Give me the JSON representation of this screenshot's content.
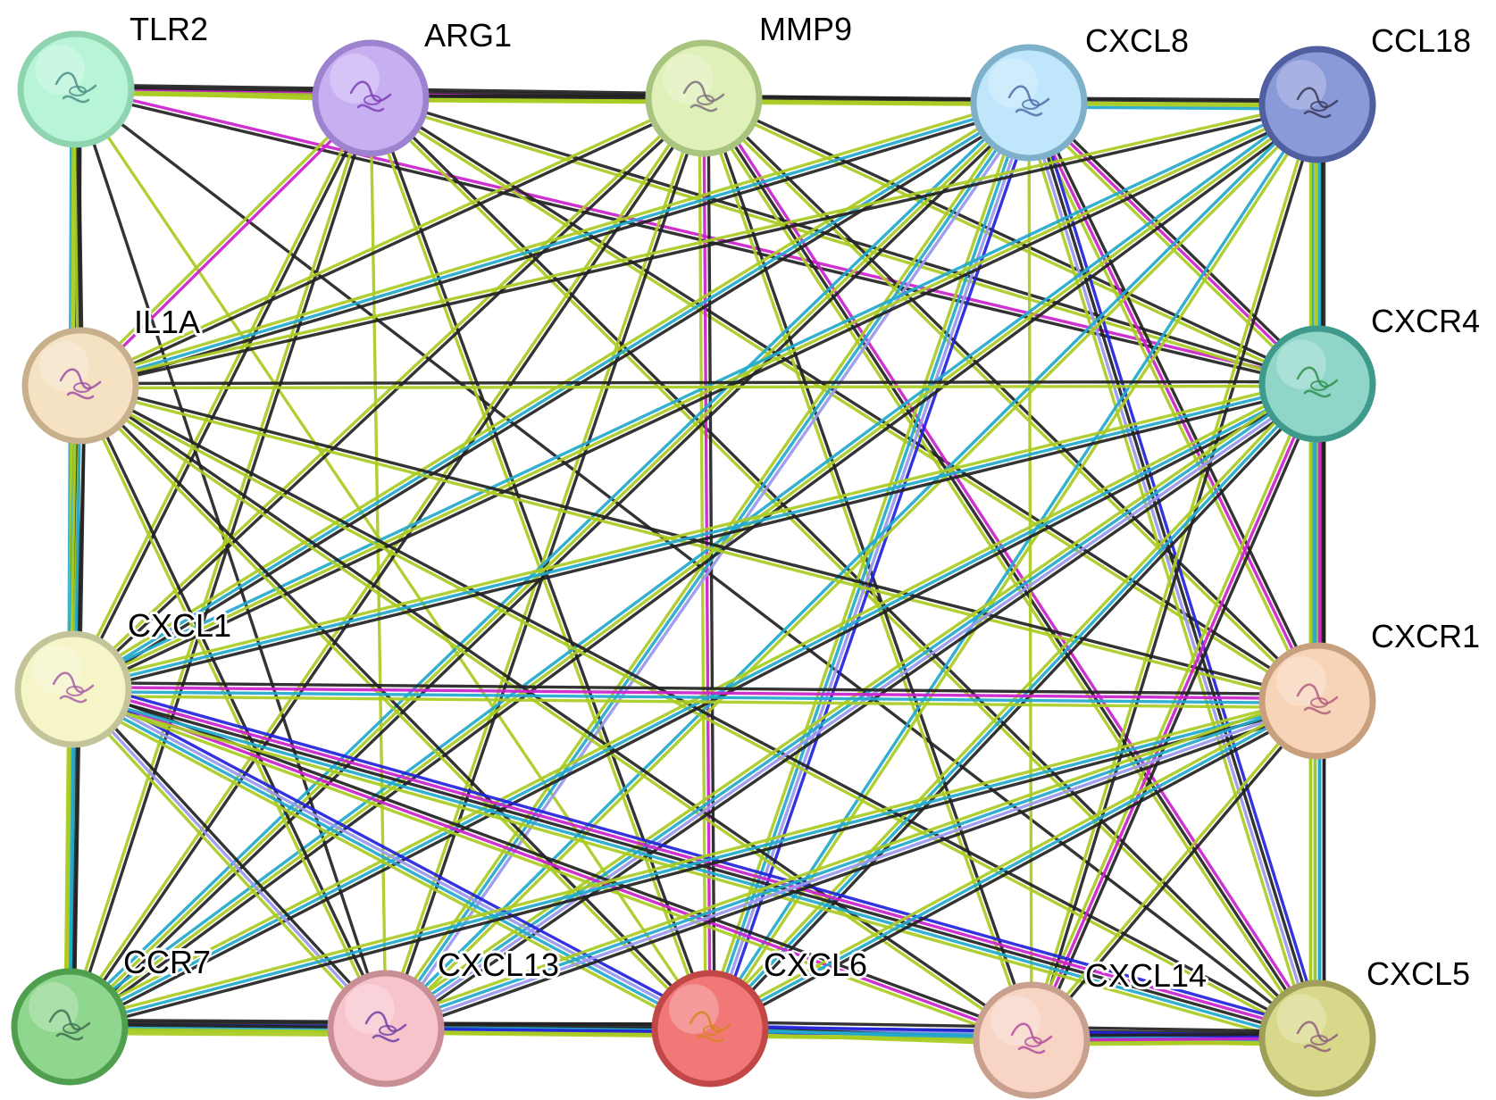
{
  "nodes": [
    {
      "id": "TLR2",
      "label": "TLR2",
      "fill": "#b8f5d8",
      "ring": "#8ed4ae",
      "protein": "#4f8f86"
    },
    {
      "id": "ARG1",
      "label": "ARG1",
      "fill": "#c7b0f2",
      "ring": "#9d83cf",
      "protein": "#7f3fb8"
    },
    {
      "id": "MMP9",
      "label": "MMP9",
      "fill": "#dff0b8",
      "ring": "#a9c47e",
      "protein": "#7f6f7f"
    },
    {
      "id": "CXCL8",
      "label": "CXCL8",
      "fill": "#bfe6fb",
      "ring": "#7eb1c9",
      "protein": "#4f6fa6"
    },
    {
      "id": "CCL18",
      "label": "CCL18",
      "fill": "#8a99d8",
      "ring": "#4f5fa0",
      "protein": "#3a3a5a"
    },
    {
      "id": "IL1A",
      "label": "IL1A",
      "fill": "#f5e2c2",
      "ring": "#c9b08c",
      "protein": "#9d4fa8"
    },
    {
      "id": "CXCR4",
      "label": "CXCR4",
      "fill": "#8fd6c8",
      "ring": "#3f9a8c",
      "protein": "#2f8f4f"
    },
    {
      "id": "CXCL1",
      "label": "CXCL1",
      "fill": "#f5f5c8",
      "ring": "#c4c49a",
      "protein": "#a85fa8"
    },
    {
      "id": "CXCR1",
      "label": "CXCR1",
      "fill": "#f7d4b8",
      "ring": "#c9a07e",
      "protein": "#b05f7f"
    },
    {
      "id": "CCR7",
      "label": "CCR7",
      "fill": "#8fd68f",
      "ring": "#4f9f4f",
      "protein": "#3f6f4f"
    },
    {
      "id": "CXCL13",
      "label": "CXCL13",
      "fill": "#f7c4cc",
      "ring": "#c98e96",
      "protein": "#6f3fa8"
    },
    {
      "id": "CXCL6",
      "label": "CXCL6",
      "fill": "#f27878",
      "ring": "#c24848",
      "protein": "#d8841f"
    },
    {
      "id": "CXCL14",
      "label": "CXCL14",
      "fill": "#f7d4c4",
      "ring": "#c9a08e",
      "protein": "#b04f9f"
    },
    {
      "id": "CXCL5",
      "label": "CXCL5",
      "fill": "#d8d88a",
      "ring": "#9f9f5a",
      "protein": "#8f5f7f"
    }
  ],
  "edge_colors": {
    "black": "#222222",
    "yellow": "#aacc22",
    "cyan": "#22aacc",
    "magenta": "#cc22cc",
    "blue": "#2222dd",
    "lavender": "#9999ee"
  },
  "edges": [
    {
      "source": "TLR2",
      "target": "ARG1",
      "types": [
        "black",
        "yellow"
      ]
    },
    {
      "source": "TLR2",
      "target": "MMP9",
      "types": [
        "black",
        "magenta",
        "yellow"
      ]
    },
    {
      "source": "TLR2",
      "target": "CXCL8",
      "types": [
        "black",
        "yellow"
      ]
    },
    {
      "source": "TLR2",
      "target": "CXCR4",
      "types": [
        "magenta",
        "black"
      ]
    },
    {
      "source": "TLR2",
      "target": "CXCL1",
      "types": [
        "black",
        "yellow",
        "cyan"
      ]
    },
    {
      "source": "TLR2",
      "target": "CCR7",
      "types": [
        "black",
        "yellow"
      ]
    },
    {
      "source": "TLR2",
      "target": "CXCL13",
      "types": [
        "black"
      ]
    },
    {
      "source": "TLR2",
      "target": "CXCL6",
      "types": [
        "yellow"
      ]
    },
    {
      "source": "TLR2",
      "target": "CXCL5",
      "types": [
        "black"
      ]
    },
    {
      "source": "TLR2",
      "target": "IL1A",
      "types": [
        "black",
        "yellow"
      ]
    },
    {
      "source": "ARG1",
      "target": "MMP9",
      "types": [
        "black",
        "yellow"
      ]
    },
    {
      "source": "ARG1",
      "target": "CXCL8",
      "types": [
        "black",
        "yellow"
      ]
    },
    {
      "source": "ARG1",
      "target": "IL1A",
      "types": [
        "magenta",
        "yellow"
      ]
    },
    {
      "source": "ARG1",
      "target": "CXCR4",
      "types": [
        "black",
        "yellow"
      ]
    },
    {
      "source": "ARG1",
      "target": "CXCR1",
      "types": [
        "black",
        "yellow"
      ]
    },
    {
      "source": "ARG1",
      "target": "CXCL1",
      "types": [
        "black",
        "yellow"
      ]
    },
    {
      "source": "ARG1",
      "target": "CCR7",
      "types": [
        "black",
        "yellow"
      ]
    },
    {
      "source": "ARG1",
      "target": "CXCL13",
      "types": [
        "yellow"
      ]
    },
    {
      "source": "ARG1",
      "target": "CXCL6",
      "types": [
        "black",
        "yellow"
      ]
    },
    {
      "source": "ARG1",
      "target": "CXCL5",
      "types": [
        "black",
        "yellow"
      ]
    },
    {
      "source": "MMP9",
      "target": "CXCL8",
      "types": [
        "black",
        "yellow"
      ]
    },
    {
      "source": "MMP9",
      "target": "CCL18",
      "types": [
        "black",
        "yellow"
      ]
    },
    {
      "source": "MMP9",
      "target": "IL1A",
      "types": [
        "black",
        "yellow"
      ]
    },
    {
      "source": "MMP9",
      "target": "CXCR4",
      "types": [
        "black",
        "yellow"
      ]
    },
    {
      "source": "MMP9",
      "target": "CXCL1",
      "types": [
        "black",
        "yellow"
      ]
    },
    {
      "source": "MMP9",
      "target": "CXCR1",
      "types": [
        "black",
        "yellow"
      ]
    },
    {
      "source": "MMP9",
      "target": "CCR7",
      "types": [
        "black",
        "yellow"
      ]
    },
    {
      "source": "MMP9",
      "target": "CXCL13",
      "types": [
        "black",
        "yellow"
      ]
    },
    {
      "source": "MMP9",
      "target": "CXCL6",
      "types": [
        "black",
        "magenta",
        "yellow"
      ]
    },
    {
      "source": "MMP9",
      "target": "CXCL14",
      "types": [
        "black",
        "yellow"
      ]
    },
    {
      "source": "MMP9",
      "target": "CXCL5",
      "types": [
        "magenta",
        "black",
        "yellow"
      ]
    },
    {
      "source": "CXCL8",
      "target": "CCL18",
      "types": [
        "black",
        "yellow",
        "cyan"
      ]
    },
    {
      "source": "CXCL8",
      "target": "IL1A",
      "types": [
        "black",
        "cyan",
        "yellow"
      ]
    },
    {
      "source": "CXCL8",
      "target": "CXCR4",
      "types": [
        "black",
        "magenta",
        "yellow"
      ]
    },
    {
      "source": "CXCL8",
      "target": "CXCL1",
      "types": [
        "black",
        "cyan",
        "yellow"
      ]
    },
    {
      "source": "CXCL8",
      "target": "CXCR1",
      "types": [
        "black",
        "magenta",
        "yellow"
      ]
    },
    {
      "source": "CXCL8",
      "target": "CCR7",
      "types": [
        "black",
        "yellow",
        "cyan"
      ]
    },
    {
      "source": "CXCL8",
      "target": "CXCL13",
      "types": [
        "lavender",
        "cyan",
        "yellow"
      ]
    },
    {
      "source": "CXCL8",
      "target": "CXCL6",
      "types": [
        "blue",
        "lavender",
        "cyan",
        "yellow"
      ]
    },
    {
      "source": "CXCL8",
      "target": "CXCL14",
      "types": [
        "yellow"
      ]
    },
    {
      "source": "CXCL8",
      "target": "CXCL5",
      "types": [
        "blue",
        "black",
        "lavender",
        "yellow"
      ]
    },
    {
      "source": "CCL18",
      "target": "CXCR4",
      "types": [
        "black",
        "yellow",
        "cyan"
      ]
    },
    {
      "source": "CCL18",
      "target": "IL1A",
      "types": [
        "black",
        "yellow"
      ]
    },
    {
      "source": "CCL18",
      "target": "CXCL1",
      "types": [
        "black",
        "yellow",
        "cyan"
      ]
    },
    {
      "source": "CCL18",
      "target": "CXCR1",
      "types": [
        "black",
        "yellow",
        "cyan"
      ]
    },
    {
      "source": "CCL18",
      "target": "CCR7",
      "types": [
        "black",
        "yellow",
        "cyan"
      ]
    },
    {
      "source": "CCL18",
      "target": "CXCL13",
      "types": [
        "yellow",
        "cyan"
      ]
    },
    {
      "source": "CCL18",
      "target": "CXCL6",
      "types": [
        "yellow",
        "cyan"
      ]
    },
    {
      "source": "CCL18",
      "target": "CXCL14",
      "types": [
        "black",
        "yellow"
      ]
    },
    {
      "source": "CCL18",
      "target": "CXCL5",
      "types": [
        "black",
        "cyan",
        "yellow",
        "yellow"
      ]
    },
    {
      "source": "IL1A",
      "target": "CXCR4",
      "types": [
        "black",
        "yellow"
      ]
    },
    {
      "source": "IL1A",
      "target": "CXCL1",
      "types": [
        "black",
        "yellow",
        "cyan"
      ]
    },
    {
      "source": "IL1A",
      "target": "CXCR1",
      "types": [
        "black",
        "yellow"
      ]
    },
    {
      "source": "IL1A",
      "target": "CCR7",
      "types": [
        "black",
        "cyan",
        "yellow"
      ]
    },
    {
      "source": "IL1A",
      "target": "CXCL13",
      "types": [
        "black",
        "yellow"
      ]
    },
    {
      "source": "IL1A",
      "target": "CXCL6",
      "types": [
        "black",
        "yellow"
      ]
    },
    {
      "source": "IL1A",
      "target": "CXCL14",
      "types": [
        "black",
        "yellow"
      ]
    },
    {
      "source": "IL1A",
      "target": "CXCL5",
      "types": [
        "black",
        "yellow"
      ]
    },
    {
      "source": "CXCR4",
      "target": "CXCR1",
      "types": [
        "black",
        "yellow",
        "cyan",
        "yellow"
      ]
    },
    {
      "source": "CXCR4",
      "target": "CXCL1",
      "types": [
        "black",
        "cyan",
        "yellow"
      ]
    },
    {
      "source": "CXCR4",
      "target": "CCR7",
      "types": [
        "black",
        "cyan",
        "yellow"
      ]
    },
    {
      "source": "CXCR4",
      "target": "CXCL13",
      "types": [
        "black",
        "lavender",
        "cyan",
        "yellow"
      ]
    },
    {
      "source": "CXCR4",
      "target": "CXCL6",
      "types": [
        "black",
        "cyan",
        "yellow"
      ]
    },
    {
      "source": "CXCR4",
      "target": "CXCL14",
      "types": [
        "black",
        "magenta",
        "yellow"
      ]
    },
    {
      "source": "CXCR4",
      "target": "CXCL5",
      "types": [
        "black",
        "magenta",
        "cyan",
        "yellow"
      ]
    },
    {
      "source": "CXCL1",
      "target": "CXCR1",
      "types": [
        "black",
        "magenta",
        "cyan",
        "yellow"
      ]
    },
    {
      "source": "CXCL1",
      "target": "CCR7",
      "types": [
        "black",
        "cyan",
        "yellow"
      ]
    },
    {
      "source": "CXCL1",
      "target": "CXCL13",
      "types": [
        "black",
        "lavender",
        "yellow"
      ]
    },
    {
      "source": "CXCL1",
      "target": "CXCL6",
      "types": [
        "blue",
        "lavender",
        "cyan",
        "yellow"
      ]
    },
    {
      "source": "CXCL1",
      "target": "CXCL14",
      "types": [
        "black",
        "magenta",
        "yellow"
      ]
    },
    {
      "source": "CXCL1",
      "target": "CXCL5",
      "types": [
        "blue",
        "magenta",
        "black",
        "cyan",
        "yellow"
      ]
    },
    {
      "source": "CXCR1",
      "target": "CCR7",
      "types": [
        "black",
        "cyan",
        "yellow"
      ]
    },
    {
      "source": "CXCR1",
      "target": "CXCL13",
      "types": [
        "black",
        "lavender",
        "cyan",
        "yellow"
      ]
    },
    {
      "source": "CXCR1",
      "target": "CXCL6",
      "types": [
        "black",
        "cyan",
        "yellow"
      ]
    },
    {
      "source": "CXCR1",
      "target": "CXCL14",
      "types": [
        "black",
        "yellow"
      ]
    },
    {
      "source": "CXCR1",
      "target": "CXCL5",
      "types": [
        "black",
        "cyan",
        "yellow",
        "yellow"
      ]
    },
    {
      "source": "CCR7",
      "target": "CXCL13",
      "types": [
        "black",
        "blue",
        "cyan",
        "yellow"
      ]
    },
    {
      "source": "CCR7",
      "target": "CXCL6",
      "types": [
        "black",
        "cyan",
        "yellow"
      ]
    },
    {
      "source": "CCR7",
      "target": "CXCL5",
      "types": [
        "black",
        "yellow"
      ]
    },
    {
      "source": "CXCL13",
      "target": "CXCL6",
      "types": [
        "black",
        "cyan",
        "yellow"
      ]
    },
    {
      "source": "CXCL13",
      "target": "CXCL5",
      "types": [
        "black",
        "blue",
        "yellow"
      ]
    },
    {
      "source": "CXCL6",
      "target": "CXCL14",
      "types": [
        "lavender",
        "cyan",
        "yellow"
      ]
    },
    {
      "source": "CXCL6",
      "target": "CXCL5",
      "types": [
        "black",
        "blue",
        "cyan",
        "yellow"
      ]
    },
    {
      "source": "CXCL14",
      "target": "CXCL5",
      "types": [
        "black",
        "magenta",
        "yellow"
      ]
    }
  ]
}
